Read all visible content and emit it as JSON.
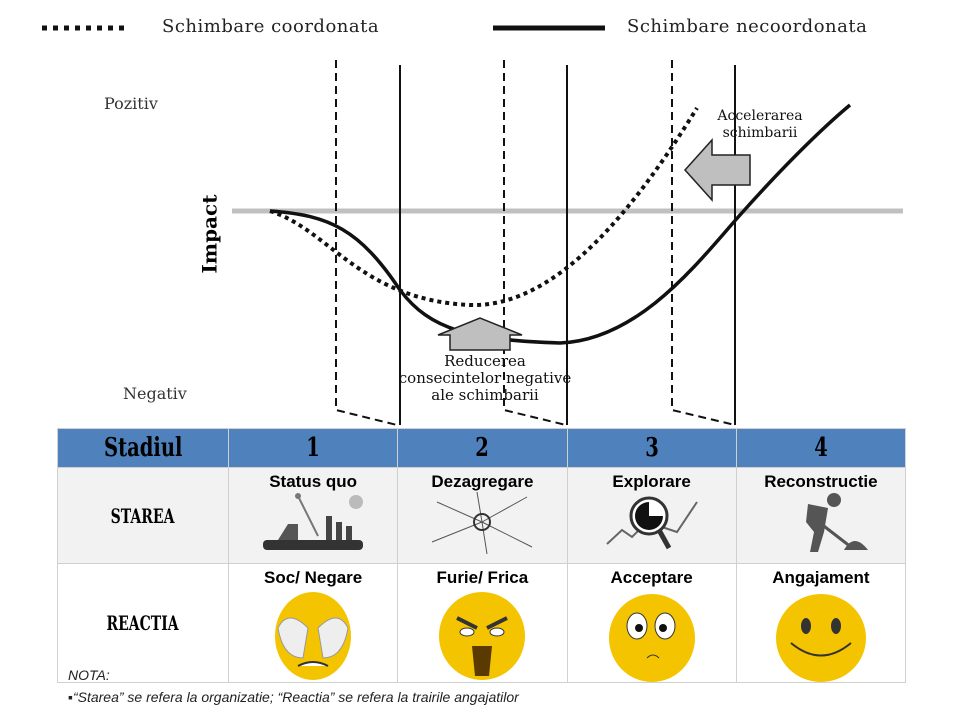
{
  "legend": {
    "coordinated": "Schimbare coordonata",
    "uncoordinated": "Schimbare necoordonata"
  },
  "axis": {
    "positive": "Pozitiv",
    "negative": "Negativ",
    "ylabel": "Impact"
  },
  "annotations": {
    "acceleration": [
      "Accelerarea",
      "schimbarii"
    ],
    "reduction": [
      "Reducerea",
      "consecintelor negative",
      "ale schimbarii"
    ]
  },
  "table": {
    "header": {
      "label": "Stadiul",
      "stages": [
        "1",
        "2",
        "3",
        "4"
      ]
    },
    "rows": [
      {
        "label": "STAREA",
        "cells": [
          "Status quo",
          "Dezagregare",
          "Explorare",
          "Reconstructie"
        ],
        "icons": [
          "tablet-chart-icon",
          "broken-glass-icon",
          "magnifier-chart-icon",
          "worker-shovel-icon"
        ]
      },
      {
        "label": "REACTIA",
        "cells": [
          "Soc/ Negare",
          "Furie/ Frica",
          "Acceptare",
          "Angajament"
        ],
        "icons": [
          "shocked-emoji-icon",
          "angry-emoji-icon",
          "confused-emoji-icon",
          "smiling-emoji-icon"
        ]
      }
    ]
  },
  "note": {
    "title": "NOTA:",
    "text": "“Starea” se refera la organizatie; “Reactia” se refera la trairile angajatilor"
  },
  "colors": {
    "header": "#4f81bd",
    "arrow": "#bfbfbf",
    "baseline": "#c0c0c0",
    "emoji": "#f5c400"
  }
}
